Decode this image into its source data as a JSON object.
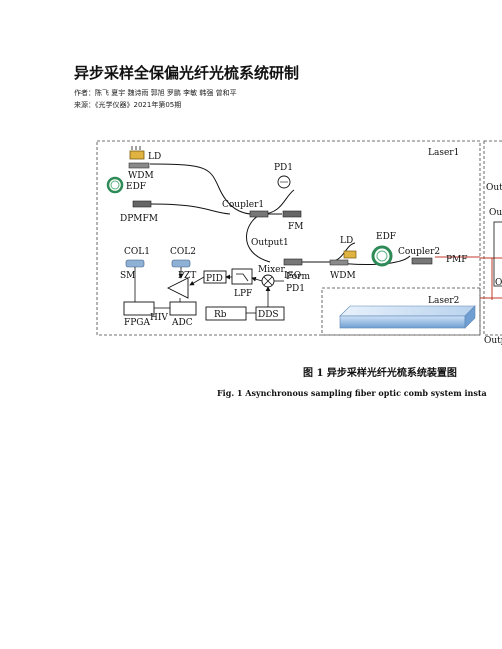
{
  "article": {
    "title": "异步采样全保偏光纤光梳系统研制",
    "authors": "作者：陈飞 夏宇 魏诗雨 郭旭 罗鹏 李敏 韩强 曾和平",
    "source": "来源：《光学仪器》2021年第05期"
  },
  "figure": {
    "labels": {
      "ld_top": "LD",
      "wdm_top": "WDM",
      "edf_top": "EDF",
      "dpmfm": "DPMFM",
      "col1": "COL1",
      "col2": "COL2",
      "sm": "SM",
      "pzt": "PZT",
      "pd1_top": "PD1",
      "coupler1": "Coupler1",
      "fm": "FM",
      "output1": "Output1",
      "iso": "ISO",
      "ld_mid": "LD",
      "edf_mid": "EDF",
      "coupler2": "Coupler2",
      "pmf": "PMF",
      "wdm_mid": "WDM",
      "laser1": "Laser1",
      "laser2": "Laser2",
      "pid": "PID",
      "lpf": "LPF",
      "hv": "HIV",
      "mixer": "Mixer",
      "form": "Form",
      "pd1_bottom": "PD1",
      "fpga": "FPGA",
      "adc": "ADC",
      "rb": "Rb",
      "dds": "DDS",
      "out_cut": "Out",
      "out_cut2": "Ou",
      "o_cut": "O",
      "outp_cut": "Outp"
    },
    "caption_cn": "图 1   异步采样光纤光梳系统装置图",
    "caption_en": "Fig. 1    Asynchronous sampling fiber optic comb system insta"
  }
}
